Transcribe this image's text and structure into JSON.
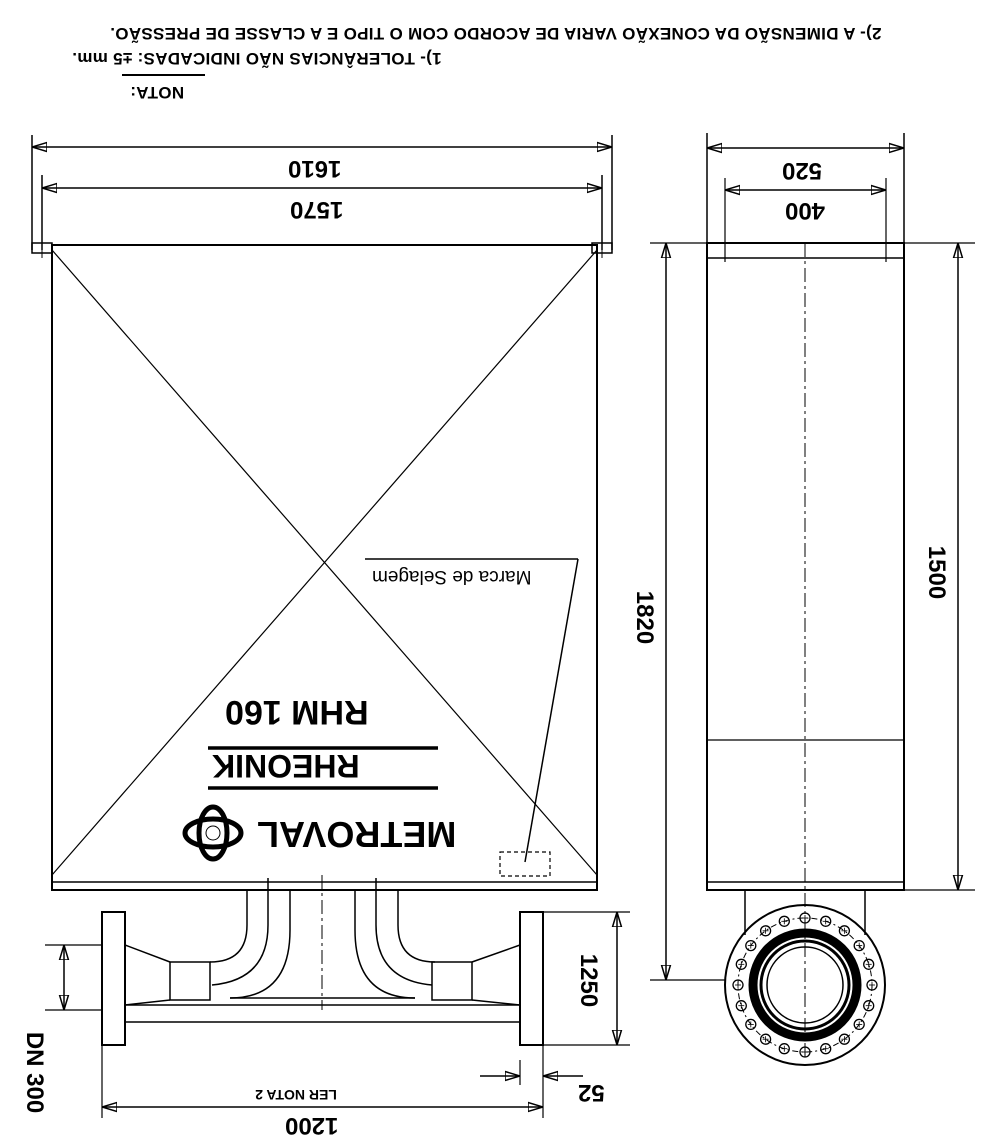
{
  "notes": {
    "title": "NOTA:",
    "note1": "1)- TOLERÂNCIAS NÃO INDICADAS: ±5 mm.",
    "note2": "2)- A DIMENSÃO DA CONEXÃO VARIA DE ACORDO COM O TIPO E A CLASSE DE PRESSÃO."
  },
  "front_view": {
    "overall_width": "1610",
    "inner_width": "1570",
    "brand": "METROVAL",
    "product": "RHEONIK",
    "model": "RHM 160",
    "seal_label": "Marca de Selagem",
    "height_tube": "1250",
    "connection": "DN 300",
    "length": "1200",
    "length_note": "LER NOTA 2",
    "flange_thickness": "52"
  },
  "side_view": {
    "overall_width": "520",
    "inner_width": "400",
    "total_height": "1820",
    "box_height": "1500"
  }
}
